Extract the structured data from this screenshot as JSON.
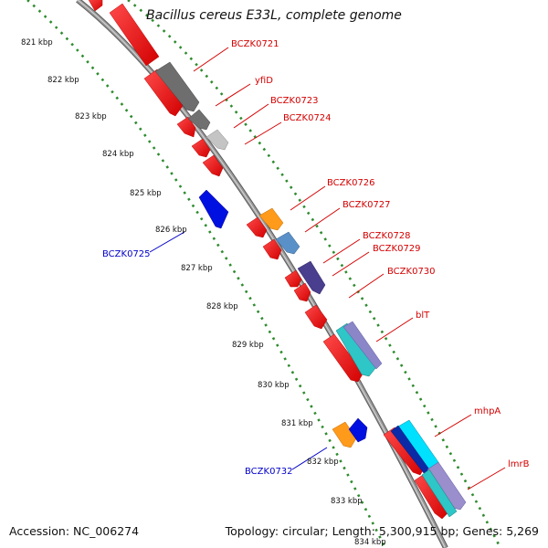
{
  "title": "Bacillus cereus E33L, complete genome",
  "footer": {
    "accession": "Accession: NC_006274",
    "topology": "Topology: circular; Length: 5,300,915 bp; Genes: 5,269"
  },
  "colors": {
    "backbone": "#8c8c8c",
    "tick_dots": "#2e8b2e",
    "forward_label": "#d40000",
    "reverse_label": "#0000c8"
  },
  "ticks": [
    "821 kbp",
    "822 kbp",
    "823 kbp",
    "824 kbp",
    "825 kbp",
    "826 kbp",
    "827 kbp",
    "828 kbp",
    "829 kbp",
    "830 kbp",
    "831 kbp",
    "832 kbp",
    "833 kbp",
    "834 kbp"
  ],
  "gene_labels": [
    {
      "text": "BCZK0721",
      "strand": "forward"
    },
    {
      "text": "yfiD",
      "strand": "forward"
    },
    {
      "text": "BCZK0723",
      "strand": "forward"
    },
    {
      "text": "BCZK0724",
      "strand": "forward"
    },
    {
      "text": "BCZK0726",
      "strand": "forward"
    },
    {
      "text": "BCZK0727",
      "strand": "forward"
    },
    {
      "text": "BCZK0728",
      "strand": "forward"
    },
    {
      "text": "BCZK0729",
      "strand": "forward"
    },
    {
      "text": "BCZK0730",
      "strand": "forward"
    },
    {
      "text": "blT",
      "strand": "forward"
    },
    {
      "text": "mhpA",
      "strand": "forward"
    },
    {
      "text": "lmrB",
      "strand": "forward"
    },
    {
      "text": "BCZK0725",
      "strand": "reverse"
    },
    {
      "text": "BCZK0732",
      "strand": "reverse"
    }
  ]
}
